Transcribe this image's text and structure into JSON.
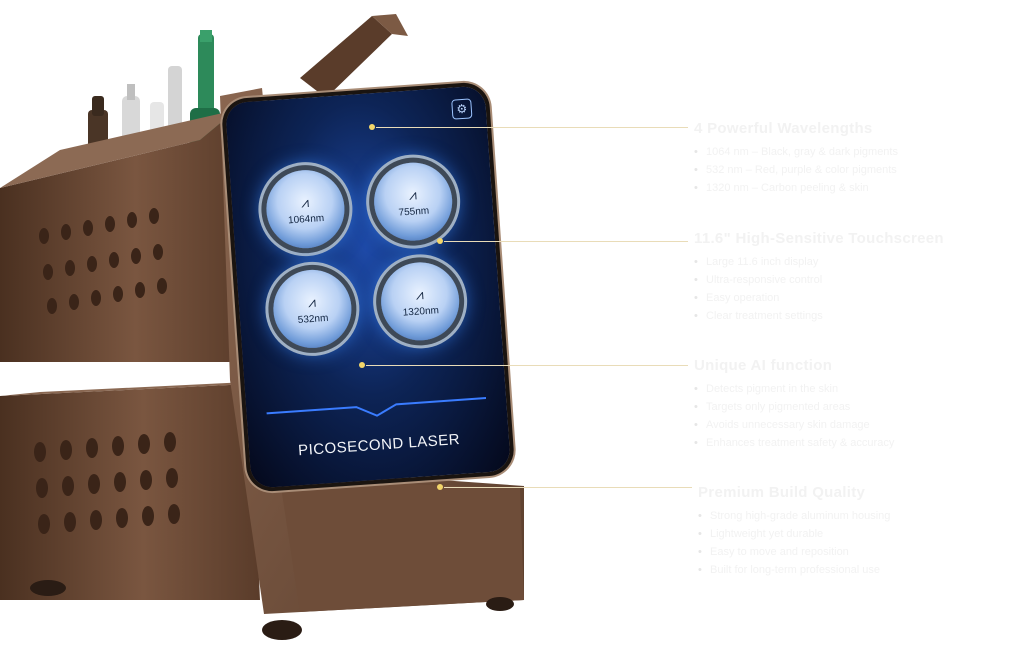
{
  "screen": {
    "brand": "PICOSECOND LASER",
    "settings_icon": "gear-icon",
    "wave_icon": "waveform-icon",
    "buttons": [
      {
        "label": "1064nm"
      },
      {
        "label": "755nm"
      },
      {
        "label": "532nm"
      },
      {
        "label": "1320nm"
      }
    ]
  },
  "features": [
    {
      "title": "4 Powerful Wavelengths",
      "bullets": [
        "1064 nm – Black, gray & dark pigments",
        "532 nm – Red, purple & color pigments",
        "1320 nm – Carbon peeling & skin"
      ]
    },
    {
      "title": "11.6\" High-Sensitive Touchscreen",
      "bullets": [
        "Large 11.6 inch display",
        "Ultra-responsive control",
        "Easy operation",
        "Clear treatment settings"
      ]
    },
    {
      "title": "Unique AI function",
      "bullets": [
        "Detects pigment in the skin",
        "Targets only pigmented areas",
        "Avoids unnecessary skin damage",
        "Enhances treatment safety & accuracy"
      ]
    },
    {
      "title": "Premium Build Quality",
      "bullets": [
        "Strong high-grade aluminum housing",
        "Lightweight yet durable",
        "Easy to move and reposition",
        "Built for long-term professional use"
      ]
    }
  ],
  "colors": {
    "body_brown": "#6b4a35",
    "screen_blue": "#1e4aa8",
    "leader_line": "#e9dcb8",
    "leader_dot": "#f3d66a"
  }
}
